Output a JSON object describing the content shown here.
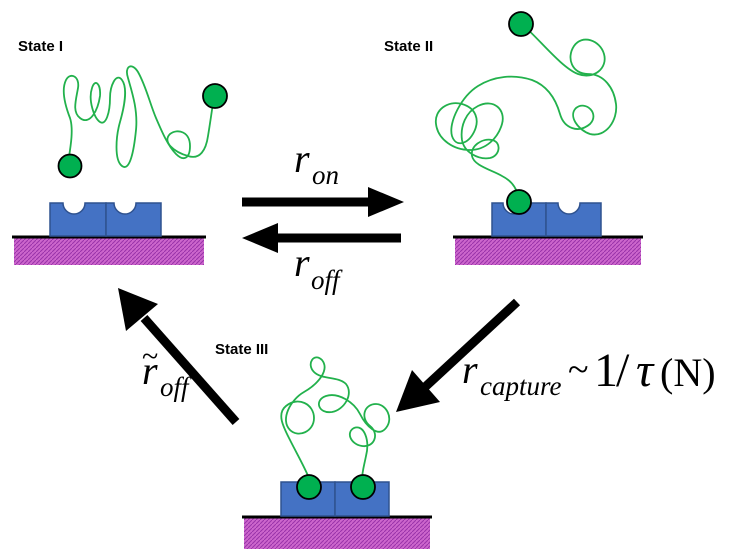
{
  "labels": {
    "state1": "State I",
    "state2": "State II",
    "state3": "State III"
  },
  "rates": {
    "on_main": "r",
    "on_sub": "on",
    "off_main": "r",
    "off_sub": "off",
    "offtilde_main": "r",
    "offtilde_sub": "off",
    "offtilde_accent": "~",
    "capture_main": "r",
    "capture_sub": "capture",
    "capture_rel": "~",
    "capture_one": "1",
    "capture_slash": "/",
    "capture_tau": "τ",
    "capture_paren": "(N)"
  },
  "colors": {
    "polymer": "#22b14c",
    "bead": "#00b050",
    "block": "#4472c4",
    "block_edge": "#2f528f",
    "surface_fill": "#cc66cc",
    "surface_line": "#000000",
    "arrow": "#000000"
  }
}
